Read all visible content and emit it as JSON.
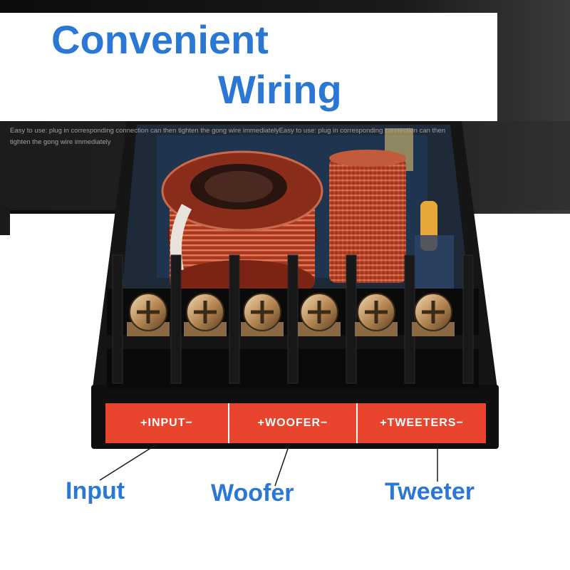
{
  "title": {
    "line1": "Convenient",
    "line2": "Wiring"
  },
  "caption": "Easy to use: plug in corresponding connection can then tighten the gong wire immediatelyEasy to use: plug in corresponding connection can then tighten the gong wire immediately",
  "terminal_labels": {
    "input": "+INPUT−",
    "woofer": "+WOOFER−",
    "tweeter": "+TWEETERS−"
  },
  "callouts": {
    "input": "Input",
    "woofer": "Woofer",
    "tweeter": "Tweeter"
  },
  "colors": {
    "accent_blue": "#2a78d4",
    "label_red": "#e8442e",
    "housing_black": "#151515",
    "copper": "#b8432a",
    "brass": "#c6a36a"
  }
}
